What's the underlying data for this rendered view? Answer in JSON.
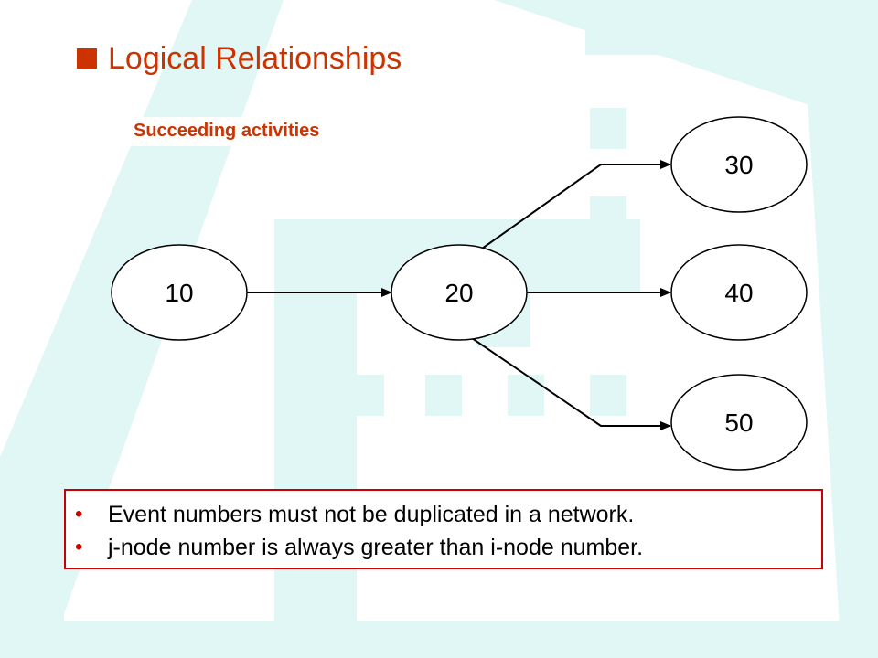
{
  "colors": {
    "accent": "#cc3300",
    "note_border": "#cc0000",
    "background_pattern": "#e0f7f5"
  },
  "slide": {
    "title": "Logical Relationships",
    "subtitle": "Succeeding activities"
  },
  "diagram": {
    "nodes": [
      {
        "id": "10",
        "label": "10"
      },
      {
        "id": "20",
        "label": "20"
      },
      {
        "id": "30",
        "label": "30"
      },
      {
        "id": "40",
        "label": "40"
      },
      {
        "id": "50",
        "label": "50"
      }
    ],
    "edges": [
      {
        "from": "10",
        "to": "20"
      },
      {
        "from": "20",
        "to": "30"
      },
      {
        "from": "20",
        "to": "40"
      },
      {
        "from": "20",
        "to": "50"
      }
    ]
  },
  "notes": [
    "Event numbers must not be duplicated in a network.",
    "j-node number is always greater than i-node number."
  ]
}
